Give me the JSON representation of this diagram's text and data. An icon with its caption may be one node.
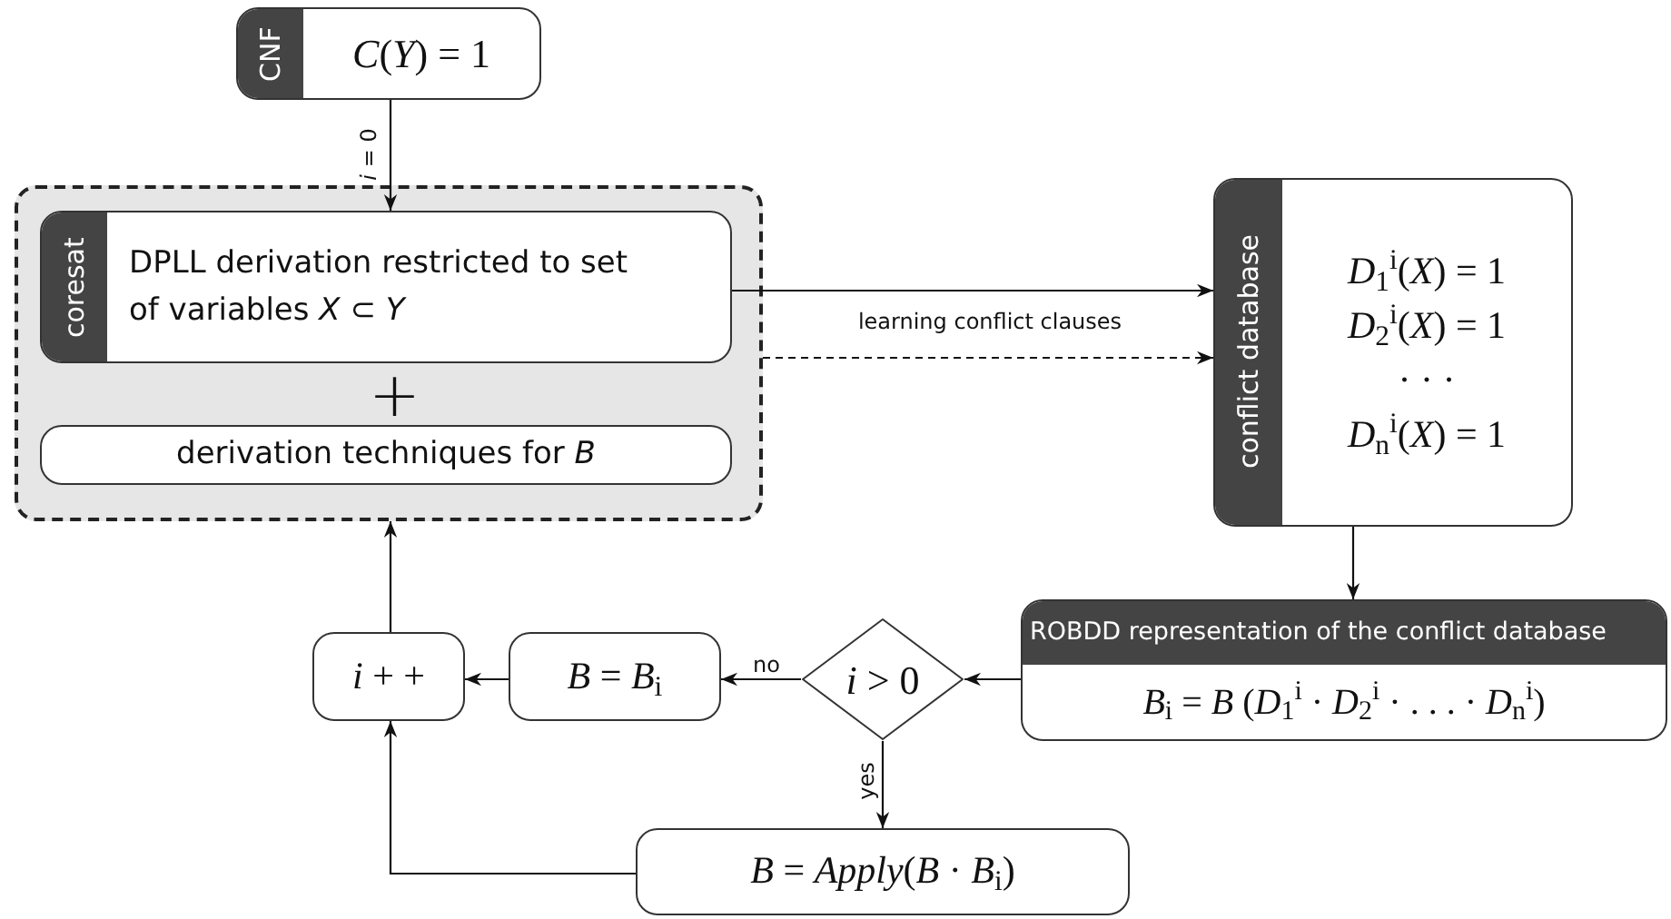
{
  "diagram": {
    "nodes": [
      {
        "text": [
          "CNF",
          "*C*(*Y*) = 1"
        ]
      },
      {
        "text": [],
        "shape": "box"
      },
      {
        "text": [
          "coresat",
          "DPLL derivation restricted to set of variables *X* ⊂ *Y*"
        ],
        "in": 1
      },
      {
        "text": [
          "derivation techniques for *B*"
        ],
        "in": 1
      },
      {
        "text": [
          "conflict database",
          "*D*$_{1}$$^{i}$(*X*) = 1",
          "*D*$_{2}$$^{i}$(*X*) = 1",
          "· · ·",
          "*D*$_{n}$$^{i}$(*X*) = 1"
        ]
      },
      {
        "text": [
          "ROBDD representation of the conflict database",
          "*B*$_{i}$ = *B* (*D*$_{1}$$^{i}$ · *D*$_{2}$$^{i}$ · . . . · *D*$_{n}$$^{i}$)"
        ]
      },
      {
        "text": [
          "*i* > 0"
        ]
      },
      {
        "text": [
          "*B* = *B*$_{i}$"
        ]
      },
      {
        "text": [
          "*i* + +"
        ]
      },
      {
        "text": [
          "*B* = *Apply*(*B* · *B*$_{i}$)"
        ]
      }
    ],
    "edges": [
      {
        "from": 0,
        "to": 2,
        "arrow": "to",
        "label": "*i* = 0"
      },
      {
        "from": 2,
        "to": 4,
        "arrow": "to"
      },
      {
        "from": 1,
        "to": 4,
        "arrow": "to",
        "label": "learning conflict clauses",
        "style": "dashed"
      },
      {
        "from": 4,
        "to": 5,
        "arrow": "to"
      },
      {
        "from": 5,
        "to": 6,
        "arrow": "to"
      },
      {
        "from": 6,
        "to": 7,
        "arrow": "to",
        "label": "no"
      },
      {
        "from": 7,
        "to": 8,
        "arrow": "to"
      },
      {
        "from": 6,
        "to": 9,
        "arrow": "to",
        "label": "yes"
      },
      {
        "from": 9,
        "to": 8,
        "arrow": "to"
      },
      {
        "from": 8,
        "to": 1,
        "arrow": "to"
      }
    ],
    "labels": [
      "+"
    ]
  }
}
